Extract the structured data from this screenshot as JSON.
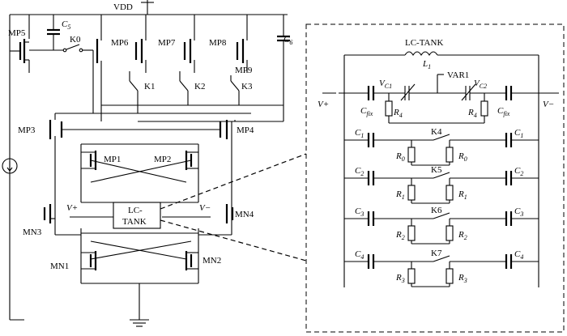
{
  "left": {
    "vdd": "VDD",
    "transistors": {
      "mp5": "MP5",
      "mp6": "MP6",
      "mp7": "MP7",
      "mp8": "MP8",
      "mp9": "MP9",
      "mp3": "MP3",
      "mp4": "MP4",
      "mp1": "MP1",
      "mp2": "MP2",
      "mn3": "MN3",
      "mn4": "MN4",
      "mn1": "MN1",
      "mn2": "MN2"
    },
    "switches": {
      "k0": "K0",
      "k1": "K1",
      "k2": "K2",
      "k3": "K3"
    },
    "caps": {
      "c5": "C",
      "c5_sub": "5",
      "c6": "C",
      "c6_sub": "6"
    },
    "nodes": {
      "vplus": "V+",
      "vminus": "V−"
    },
    "tank_line1": "LC-",
    "tank_line2": "TANK"
  },
  "detail": {
    "title": "LC-TANK",
    "inductor": "L",
    "inductor_sub": "1",
    "varactor": "VAR1",
    "vc1": "V",
    "vc1_sub": "C1",
    "vc2": "V",
    "vc2_sub": "C2",
    "vplus": "V+",
    "vminus": "V−",
    "cfix": "C",
    "cfix_sub": "fix",
    "r4": "R",
    "r4_sub": "4",
    "rows": [
      {
        "c": "C",
        "csub": "1",
        "k": "K4",
        "r": "R",
        "rsub": "0"
      },
      {
        "c": "C",
        "csub": "2",
        "k": "K5",
        "r": "R",
        "rsub": "1"
      },
      {
        "c": "C",
        "csub": "3",
        "k": "K6",
        "r": "R",
        "rsub": "2"
      },
      {
        "c": "C",
        "csub": "4",
        "k": "K7",
        "r": "R",
        "rsub": "3"
      }
    ]
  }
}
